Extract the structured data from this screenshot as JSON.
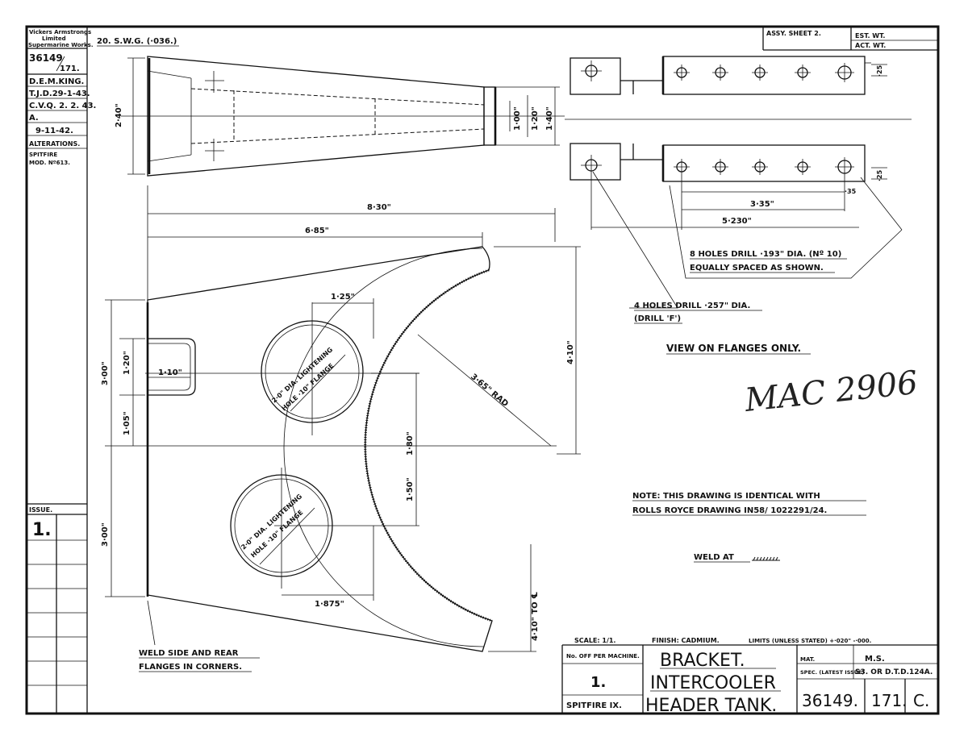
{
  "sidebar": {
    "company": [
      "Vickers Armstrongs",
      "Limited",
      "Supermarine Works."
    ],
    "drawing_no_a": "36149",
    "drawing_no_b": "171.",
    "rows": [
      "D.E.M.KING.",
      "T.J.D.29-1-43.",
      "C.V.Q. 2. 2. 43.",
      "A.",
      "9-11-42.",
      "ALTERATIONS.",
      "SPITFIRE",
      "MOD. Nº613."
    ],
    "issue_label": "ISSUE.",
    "issue_value": "1."
  },
  "header": {
    "swg": "20. S.W.G. (·036.)",
    "assy": "ASSY. SHEET 2.",
    "est_wt": "EST. WT.",
    "act_wt": "ACT. WT."
  },
  "dims": {
    "d_240": "2·40\"",
    "d_100": "1·00\"",
    "d_120a": "1·20\"",
    "d_140": "1·40\"",
    "d_830": "8·30\"",
    "d_685": "6·85\"",
    "d_125": "1·25\"",
    "d_300a": "3·00\"",
    "d_120b": "1·20\"",
    "d_110": "1·10\"",
    "d_105": "1·05\"",
    "d_365": "3·65\" RAD",
    "d_410": "4·10\"",
    "d_180": "1·80\"",
    "d_150": "1·50\"",
    "d_300b": "3·00\"",
    "d_1875": "1·875\"",
    "d_410cl": "4·10\" TO ℄",
    "d_335": "3·35\"",
    "d_5230": "5·230\"",
    "d_35": "·35",
    "d_25a": "·25",
    "d_25b": "·25"
  },
  "notes": {
    "hole_a": "2·0\" DIA. LIGHTENING",
    "hole_b": "HOLE ·10\" FLANGE",
    "holes8_1": "8 HOLES DRILL ·193\" DIA. (Nº 10)",
    "holes8_2": "EQUALLY SPACED AS SHOWN.",
    "holes4_1": "4 HOLES DRILL ·257\" DIA.",
    "holes4_2": "(DRILL 'F')",
    "view": "VIEW ON FLANGES ONLY.",
    "handwritten": "MAC 2906",
    "note1": "NOTE: THIS DRAWING IS IDENTICAL WITH",
    "note2": "ROLLS ROYCE DRAWING IN58/ 1022291/24.",
    "weld_at": "WELD AT",
    "weld1": "WELD SIDE AND REAR",
    "weld2": "FLANGES IN CORNERS."
  },
  "title_block": {
    "scale": "SCALE: 1/1.",
    "finish": "FINISH: CADMIUM.",
    "limits": "LIMITS (UNLESS STATED) +·020\" -·000.",
    "no_off": "No. OFF PER MACHINE.",
    "qty": "1.",
    "model": "SPITFIRE IX.",
    "title1": "BRACKET.",
    "title2": "INTERCOOLER",
    "title3": "HEADER TANK.",
    "mat_label": "MAT.",
    "mat_value": "M.S.",
    "spec_label": "SPEC. (LATEST ISSUE)",
    "spec_value": "S3. OR D.T.D.124A.",
    "dwg_no": "36149.",
    "sheet_no": "171.",
    "issue": "C."
  }
}
